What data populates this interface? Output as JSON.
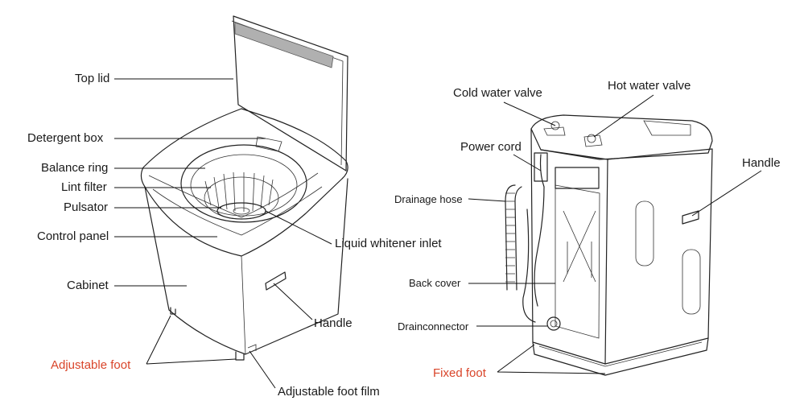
{
  "labels": {
    "top_lid": "Top lid",
    "detergent_box": "Detergent box",
    "balance_ring": "Balance ring",
    "lint_filter": "Lint filter",
    "pulsator": "Pulsator",
    "control_panel": "Control panel",
    "cabinet": "Cabinet",
    "adjustable_foot": "Adjustable foot",
    "liquid_whitener_inlet": "Liquid whitener inlet",
    "handle_front": "Handle",
    "adjustable_foot_film": "Adjustable foot film",
    "cold_water_valve": "Cold water valve",
    "hot_water_valve": "Hot water valve",
    "power_cord": "Power cord",
    "handle_rear": "Handle",
    "drainage_hose": "Drainage hose",
    "back_cover": "Back cover",
    "drain_connector": "Drainconnector",
    "fixed_foot": "Fixed foot"
  },
  "colors": {
    "highlight_label": "#d9452a",
    "lid_strip": "#b0b0b0",
    "line": "#222222"
  }
}
